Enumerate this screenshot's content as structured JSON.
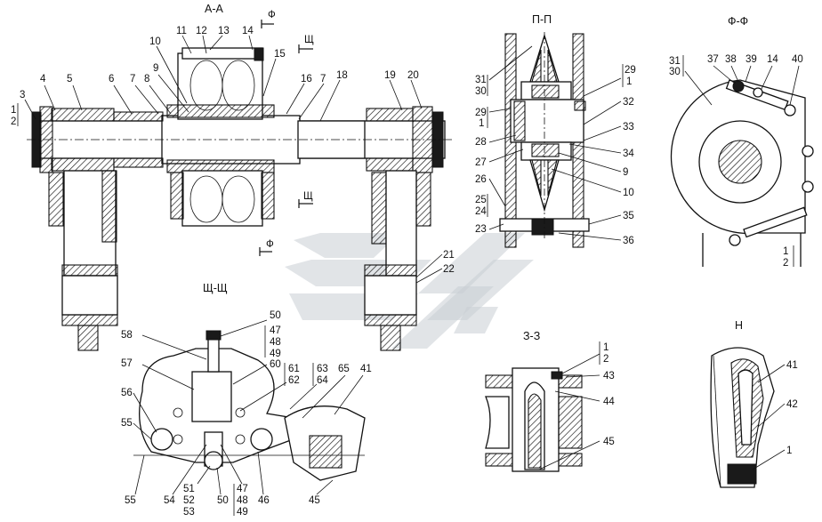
{
  "sections": {
    "aa": "А-А",
    "pp": "П-П",
    "ff": "Ф-Ф",
    "shch": "Щ-Щ",
    "zz": "З-З",
    "n": "Н"
  },
  "cut_marks": {
    "f": "Ф",
    "shch": "Щ"
  },
  "labels": {
    "aa_top": [
      "10",
      "11",
      "12",
      "13",
      "14",
      "15"
    ],
    "aa_row": [
      "3",
      "4",
      "5",
      "6",
      "7",
      "8",
      "9",
      "16",
      "7",
      "18",
      "19",
      "20"
    ],
    "aa_left": [
      "1",
      "2"
    ],
    "aa_bottom": [
      "21",
      "22"
    ],
    "pp_left": [
      "31",
      "30",
      "29",
      "1",
      "28",
      "27",
      "26",
      "25",
      "24",
      "23"
    ],
    "pp_right": [
      "29",
      "1",
      "32",
      "33",
      "34",
      "9",
      "10",
      "35",
      "36"
    ],
    "ff": [
      "31",
      "30",
      "37",
      "38",
      "39",
      "14",
      "40",
      "1",
      "2"
    ],
    "shch_top": [
      "50",
      "47",
      "48",
      "49",
      "58",
      "60",
      "57",
      "61",
      "62",
      "63",
      "64",
      "65",
      "41"
    ],
    "shch_side": [
      "56",
      "55",
      "55",
      "54",
      "51",
      "52",
      "53",
      "50",
      "47",
      "48",
      "49",
      "46",
      "45"
    ],
    "zz": [
      "1",
      "2",
      "43",
      "44",
      "45"
    ],
    "n": [
      "41",
      "42",
      "1"
    ]
  },
  "icons": {
    "watermark": "chevron-logo-watermark"
  }
}
